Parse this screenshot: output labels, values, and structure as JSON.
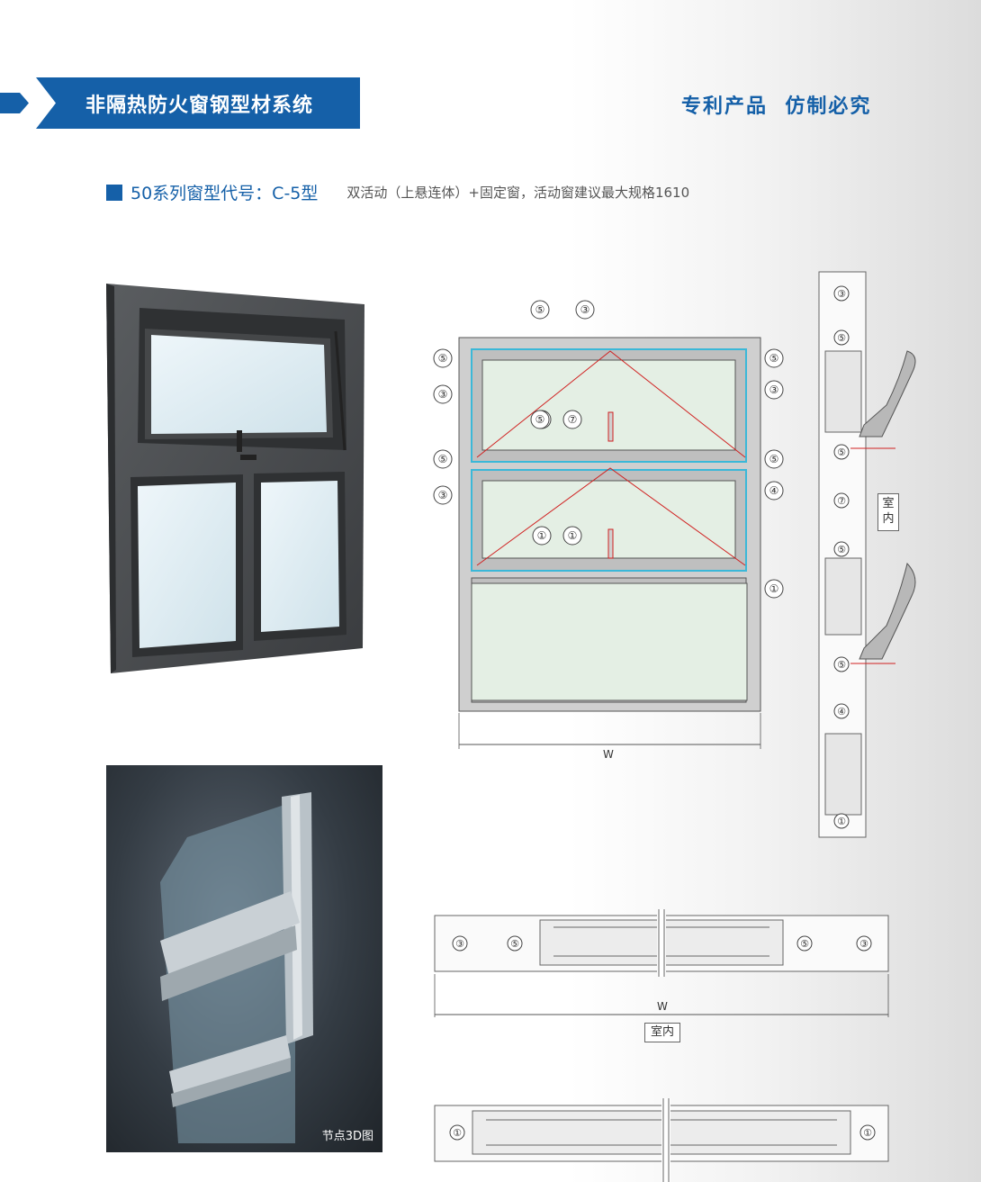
{
  "header": {
    "title": "非隔热防火窗钢型材系统",
    "patent": "专利产品  仿制必究",
    "brand_color": "#1560a8"
  },
  "series": {
    "code": "50系列窗型代号：C-5型",
    "description": "双活动（上悬连体）+固定窗，活动窗建议最大规格1610"
  },
  "photo_render": {
    "label": "节点3D图"
  },
  "elevation": {
    "width_label": "W",
    "callouts": [
      "⑤",
      "③",
      "⑤",
      "③",
      "⑤",
      "⑤",
      "⑦",
      "③",
      "⑤",
      "⑤",
      "③",
      "⑤",
      "④",
      "①",
      "①",
      "①"
    ]
  },
  "vertical_section": {
    "callouts": [
      "③",
      "⑤",
      "⑤",
      "⑦",
      "⑤",
      "⑤",
      "④",
      "①"
    ],
    "interior_label": "室内"
  },
  "horizontal_section_top": {
    "callouts": [
      "③",
      "⑤",
      "⑤",
      "③"
    ],
    "width_label": "W",
    "interior_label": "室内"
  },
  "horizontal_section_bottom": {
    "callouts": [
      "①",
      "①"
    ]
  }
}
